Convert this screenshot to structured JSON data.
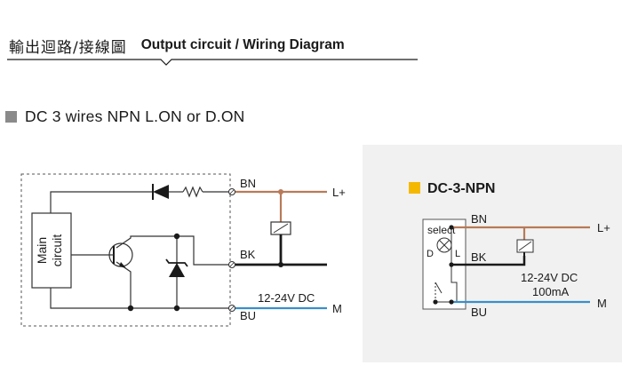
{
  "header": {
    "title_zh": "輸出迴路/接線圖",
    "title_en": "Output circuit / Wiring Diagram"
  },
  "section": {
    "title": "DC 3 wires  NPN L.ON or D.ON"
  },
  "left_diagram": {
    "block_label_line1": "Main",
    "block_label_line2": "circuit",
    "wires": [
      {
        "code": "BN",
        "terminal": "L+",
        "color": "#b87a58"
      },
      {
        "code": "BK",
        "terminal": "",
        "color": "#1a1a1a"
      },
      {
        "code": "BU",
        "terminal": "M",
        "color": "#3a8fc8"
      }
    ],
    "supply": "12-24V DC"
  },
  "right_diagram": {
    "title": "DC-3-NPN",
    "accent": "#f5b800",
    "select_label": "select",
    "d_label": "D",
    "l_label": "L",
    "wires": [
      {
        "code": "BN",
        "terminal": "L+",
        "color": "#b87a58"
      },
      {
        "code": "BK",
        "terminal": "",
        "color": "#1a1a1a"
      },
      {
        "code": "BU",
        "terminal": "M",
        "color": "#3a8fc8"
      }
    ],
    "supply_line1": "12-24V DC",
    "supply_line2": "100mA"
  }
}
